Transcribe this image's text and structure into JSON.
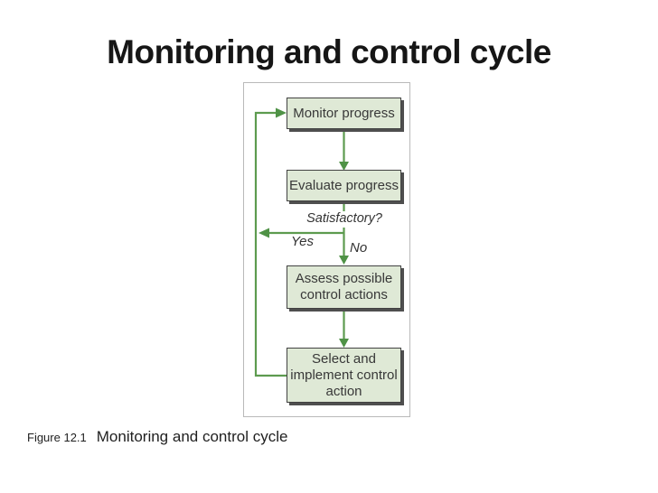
{
  "page": {
    "title": "Monitoring and control cycle"
  },
  "figure": {
    "caption_label": "Figure 12.1",
    "caption_text": "Monitoring and control cycle"
  },
  "diagram": {
    "nodes": [
      {
        "id": "monitor-progress",
        "lines": [
          "Monitor progress"
        ]
      },
      {
        "id": "evaluate-progress",
        "lines": [
          "Evaluate progress"
        ]
      },
      {
        "id": "assess-control-actions",
        "lines": [
          "Assess possible",
          "control actions"
        ]
      },
      {
        "id": "select-implement-action",
        "lines": [
          "Select and",
          "implement control",
          "action"
        ]
      }
    ],
    "decision_label": "Satisfactory?",
    "branch_yes": "Yes",
    "branch_no": "No",
    "colors": {
      "box_fill": "#dfe9d6",
      "box_border": "#424242",
      "box_shadow": "#4f4f4f",
      "arrow_green": "#5d9b4f",
      "container_border": "#b9b9b9",
      "box_text": "#383838"
    }
  }
}
